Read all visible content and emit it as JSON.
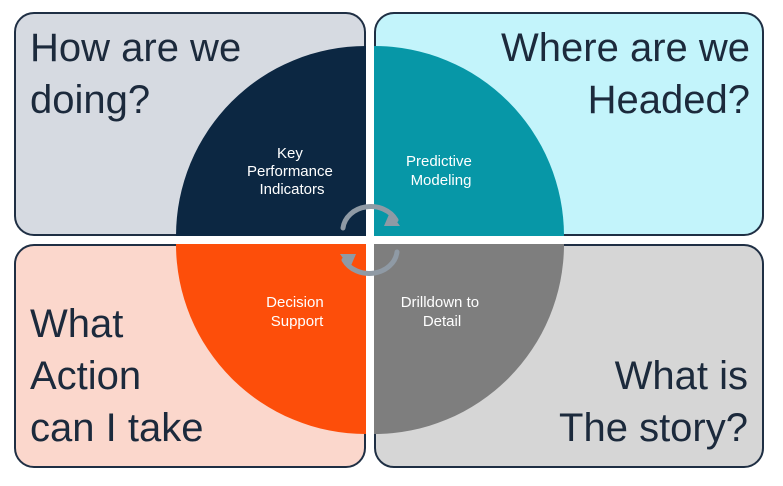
{
  "quadrants": {
    "top_left": {
      "text": "How are we\ndoing?",
      "fill": "#d6dae1"
    },
    "top_right": {
      "text": "Where are we\nHeaded?",
      "fill": "#c3f4fb"
    },
    "bottom_left": {
      "text": "What\nAction\ncan I take",
      "fill": "#fbd7cc"
    },
    "bottom_right": {
      "text": "What is\nThe story?",
      "fill": "#d6d6d6"
    }
  },
  "wheel": {
    "segments": {
      "kpi": {
        "lines": [
          "Key",
          "Performance",
          "Indicators"
        ],
        "color": "#0c2742"
      },
      "predictive": {
        "lines": [
          "Predictive",
          "Modeling"
        ],
        "color": "#0797a7"
      },
      "decision": {
        "lines": [
          "Decision",
          "Support"
        ],
        "color": "#fd4e0a"
      },
      "drilldown": {
        "lines": [
          "Drilldown to",
          "Detail"
        ],
        "color": "#7e7e7e"
      }
    },
    "cycle_arrow_color": "#8f9aa5"
  }
}
